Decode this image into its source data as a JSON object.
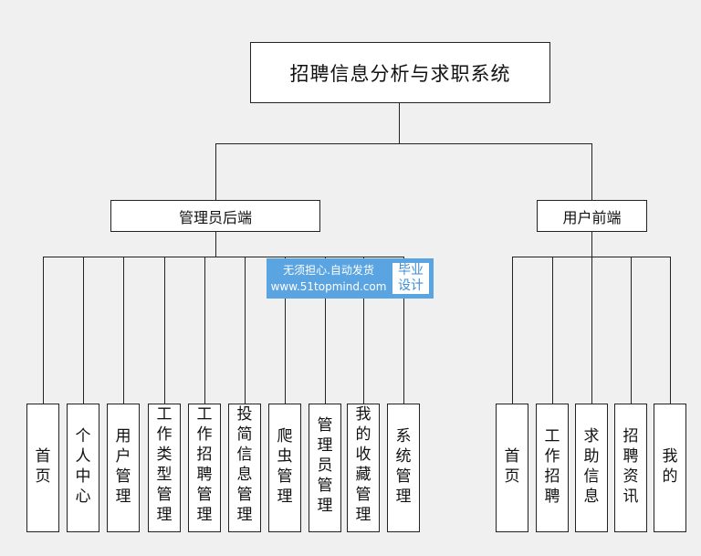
{
  "root": {
    "label": "招聘信息分析与求职系统"
  },
  "admin": {
    "label": "管理员后端",
    "children": [
      "首页",
      "个人中心",
      "用户管理",
      "工作类型管理",
      "工作招聘管理",
      "投简信息管理",
      "爬虫管理",
      "管理员管理",
      "我的收藏管理",
      "系统管理"
    ]
  },
  "user": {
    "label": "用户前端",
    "children": [
      "首页",
      "工作招聘",
      "求助信息",
      "招聘资讯",
      "我的"
    ]
  },
  "watermark": {
    "line1": "无须担心.自动发货",
    "line2": "www.51topmind.com",
    "badge_line1": "毕业",
    "badge_line2": "设计"
  }
}
